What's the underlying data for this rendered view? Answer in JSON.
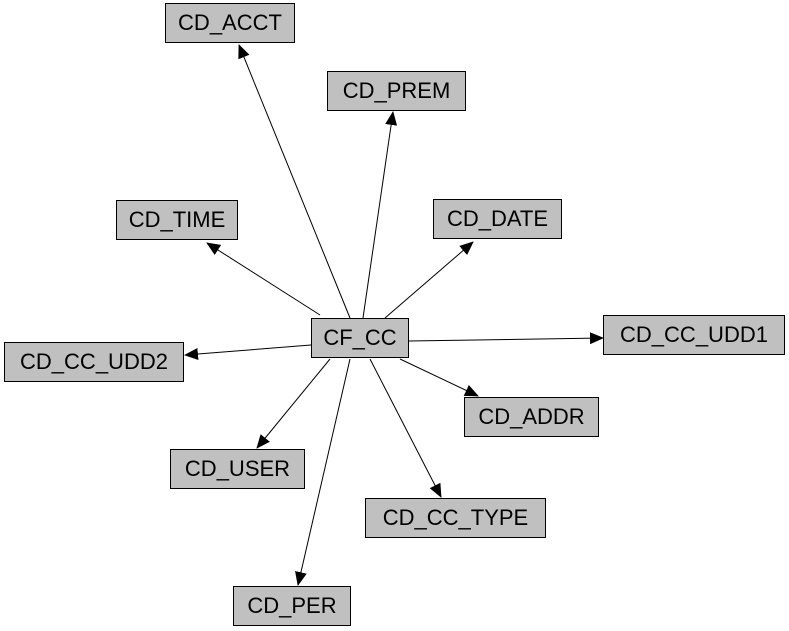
{
  "diagram": {
    "center": "CF_CC",
    "nodes": [
      "CF_CC",
      "CD_ACCT",
      "CD_PREM",
      "CD_TIME",
      "CD_DATE",
      "CD_CC_UDD1",
      "CD_CC_UDD2",
      "CD_ADDR",
      "CD_USER",
      "CD_CC_TYPE",
      "CD_PER"
    ],
    "edges": [
      {
        "from": "CF_CC",
        "to": "CD_ACCT"
      },
      {
        "from": "CF_CC",
        "to": "CD_PREM"
      },
      {
        "from": "CF_CC",
        "to": "CD_TIME"
      },
      {
        "from": "CF_CC",
        "to": "CD_DATE"
      },
      {
        "from": "CF_CC",
        "to": "CD_CC_UDD1"
      },
      {
        "from": "CF_CC",
        "to": "CD_CC_UDD2"
      },
      {
        "from": "CF_CC",
        "to": "CD_ADDR"
      },
      {
        "from": "CF_CC",
        "to": "CD_USER"
      },
      {
        "from": "CF_CC",
        "to": "CD_CC_TYPE"
      },
      {
        "from": "CF_CC",
        "to": "CD_PER"
      }
    ]
  }
}
